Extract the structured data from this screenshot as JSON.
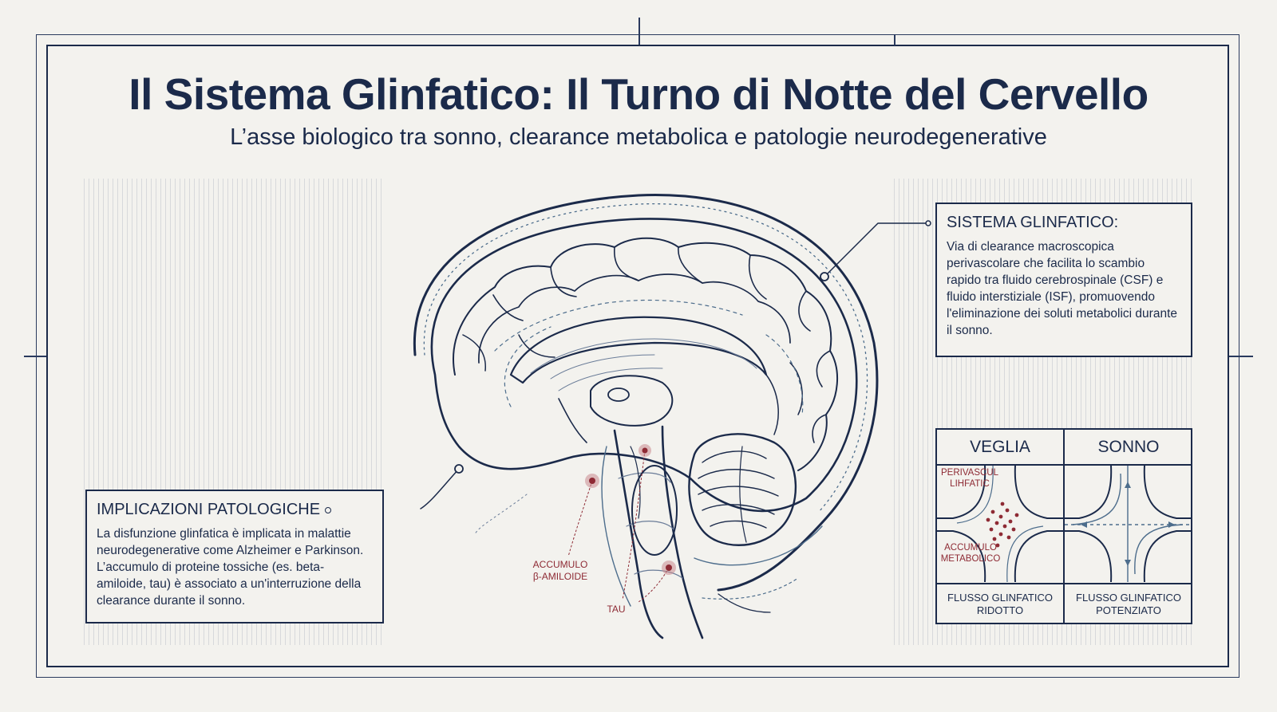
{
  "header": {
    "title": "Il Sistema Glinfatico: Il Turno di Notte del Cervello",
    "subtitle": "L’asse biologico tra sonno, clearance metabolica e patologie neurodegenerative"
  },
  "system_box": {
    "title": "SISTEMA GLINFATICO:",
    "text": "Via di clearance macroscopica perivascolare che facilita lo scambio rapido tra fluido cerebrospinale (CSF) e fluido interstiziale (ISF), promuovendo l'eliminazione dei soluti metabolici durante il sonno."
  },
  "pathology_box": {
    "title": "IMPLICAZIONI PATOLOGICHE",
    "text": "La disfunzione glinfatica è implicata in malattie neurodegenerative come Alzheimer e Parkinson. L’accumulo di proteine tossiche (es. beta-amiloide, tau) è associato a un'interruzione della clearance durante il sonno."
  },
  "brain_labels": {
    "amyloid_1": "ACCUMULO",
    "amyloid_2": "β-AMILOIDE",
    "tau": "TAU"
  },
  "comparison": {
    "wake": {
      "header": "VEGLIA",
      "label_top_1": "PERIVASCUL",
      "label_top_2": "LIHFATIC",
      "label_bottom_1": "ACCUMULO",
      "label_bottom_2": "METABOLICO",
      "footer_1": "FLUSSO GLINFATICO",
      "footer_2": "RIDOTTO"
    },
    "sleep": {
      "header": "SONNO",
      "footer_1": "FLUSSO GLINFATICO",
      "footer_2": "POTENZIATO"
    }
  },
  "colors": {
    "ink": "#1b2a4a",
    "accent_red": "#8e2a34",
    "flow_blue": "#4d6d8c",
    "paper": "#f3f2ee"
  }
}
